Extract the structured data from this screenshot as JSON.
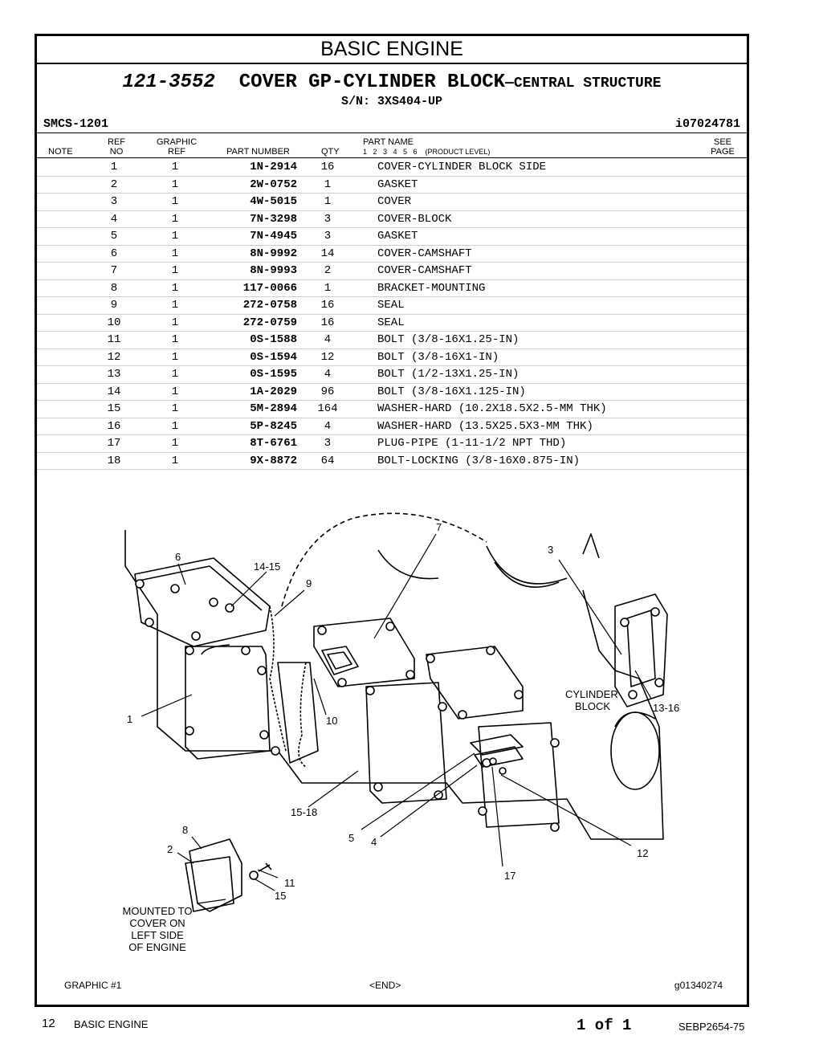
{
  "section_title": "BASIC ENGINE",
  "group": {
    "number": "121-3552",
    "name": "COVER GP-CYLINDER BLOCK",
    "subtitle": "—CENTRAL STRUCTURE",
    "serial": "S/N: 3XS404-UP"
  },
  "smcs": "SMCS-1201",
  "illustration_id": "i07024781",
  "columns": {
    "note": "NOTE",
    "ref_no_1": "REF",
    "ref_no_2": "NO",
    "graphic_ref_1": "GRAPHIC",
    "graphic_ref_2": "REF",
    "part_number": "PART NUMBER",
    "qty": "QTY",
    "part_name": "PART NAME",
    "product_level": "1   2   3   4   5   6    (PRODUCT LEVEL)",
    "see_page_1": "SEE",
    "see_page_2": "PAGE"
  },
  "parts": [
    {
      "ref": "1",
      "graphic": "1",
      "pn": "1N-2914",
      "qty": "16",
      "name": "COVER-CYLINDER BLOCK SIDE"
    },
    {
      "ref": "2",
      "graphic": "1",
      "pn": "2W-0752",
      "qty": "1",
      "name": "GASKET"
    },
    {
      "ref": "3",
      "graphic": "1",
      "pn": "4W-5015",
      "qty": "1",
      "name": "COVER"
    },
    {
      "ref": "4",
      "graphic": "1",
      "pn": "7N-3298",
      "qty": "3",
      "name": "COVER-BLOCK"
    },
    {
      "ref": "5",
      "graphic": "1",
      "pn": "7N-4945",
      "qty": "3",
      "name": "GASKET"
    },
    {
      "ref": "6",
      "graphic": "1",
      "pn": "8N-9992",
      "qty": "14",
      "name": "COVER-CAMSHAFT"
    },
    {
      "ref": "7",
      "graphic": "1",
      "pn": "8N-9993",
      "qty": "2",
      "name": "COVER-CAMSHAFT"
    },
    {
      "ref": "8",
      "graphic": "1",
      "pn": "117-0066",
      "qty": "1",
      "name": "BRACKET-MOUNTING"
    },
    {
      "ref": "9",
      "graphic": "1",
      "pn": "272-0758",
      "qty": "16",
      "name": "SEAL"
    },
    {
      "ref": "10",
      "graphic": "1",
      "pn": "272-0759",
      "qty": "16",
      "name": "SEAL"
    },
    {
      "ref": "11",
      "graphic": "1",
      "pn": "0S-1588",
      "qty": "4",
      "name": "BOLT (3/8-16X1.25-IN)"
    },
    {
      "ref": "12",
      "graphic": "1",
      "pn": "0S-1594",
      "qty": "12",
      "name": "BOLT (3/8-16X1-IN)"
    },
    {
      "ref": "13",
      "graphic": "1",
      "pn": "0S-1595",
      "qty": "4",
      "name": "BOLT (1/2-13X1.25-IN)"
    },
    {
      "ref": "14",
      "graphic": "1",
      "pn": "1A-2029",
      "qty": "96",
      "name": "BOLT (3/8-16X1.125-IN)"
    },
    {
      "ref": "15",
      "graphic": "1",
      "pn": "5M-2894",
      "qty": "164",
      "name": "WASHER-HARD (10.2X18.5X2.5-MM THK)"
    },
    {
      "ref": "16",
      "graphic": "1",
      "pn": "5P-8245",
      "qty": "4",
      "name": "WASHER-HARD (13.5X25.5X3-MM THK)"
    },
    {
      "ref": "17",
      "graphic": "1",
      "pn": "8T-6761",
      "qty": "3",
      "name": "PLUG-PIPE (1-11-1/2 NPT THD)"
    },
    {
      "ref": "18",
      "graphic": "1",
      "pn": "9X-8872",
      "qty": "64",
      "name": "BOLT-LOCKING (3/8-16X0.875-IN)"
    }
  ],
  "diagram": {
    "callouts": {
      "c1": "1",
      "c3": "3",
      "c4": "4",
      "c5": "5",
      "c6": "6",
      "c7": "7",
      "c9": "9",
      "c10": "10",
      "c12": "12",
      "c17": "17",
      "c14_15": "14-15",
      "c15_18": "15-18",
      "c13_16": "13-16",
      "c8": "8",
      "c2": "2",
      "c11": "11",
      "c15": "15"
    },
    "cylinder_block_1": "CYLINDER",
    "cylinder_block_2": "BLOCK",
    "mounted_note": [
      "MOUNTED TO",
      "COVER ON",
      "LEFT SIDE",
      "OF ENGINE"
    ]
  },
  "footer": {
    "graphic": "GRAPHIC #1",
    "end": "<END>",
    "graphic_id": "g01340274"
  },
  "page": {
    "number": "12",
    "section": "BASIC ENGINE",
    "count": "1 of 1",
    "doc_id": "SEBP2654-75"
  }
}
